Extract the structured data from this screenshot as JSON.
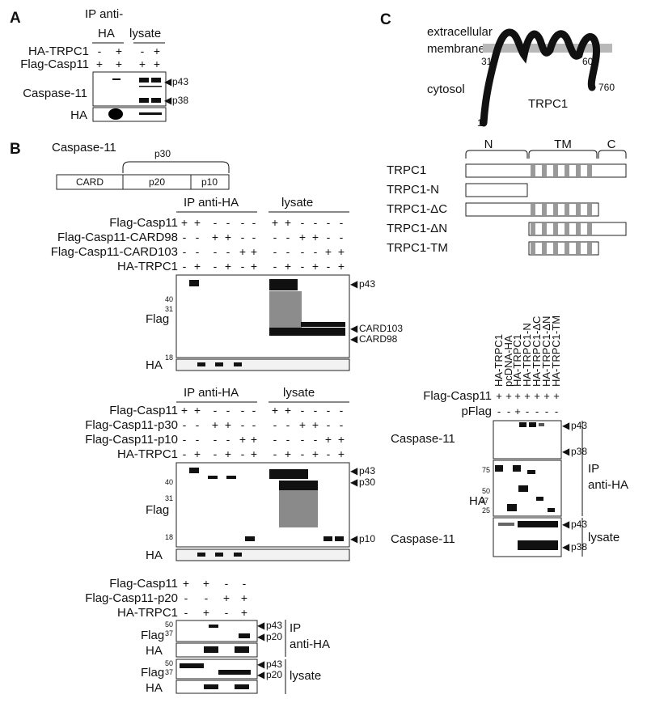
{
  "panels": {
    "a": "A",
    "b": "B",
    "c": "C"
  },
  "pa": {
    "header_ip": "IP anti-",
    "header_ha": "HA",
    "header_lysate": "lysate",
    "rows": [
      {
        "label": "HA-TRPC1",
        "signs": [
          "-",
          "+",
          "-",
          "+"
        ]
      },
      {
        "label": "Flag-Casp11",
        "signs": [
          "+",
          "+",
          "+",
          "+"
        ]
      }
    ],
    "blot_caspase": "Caspase-11",
    "blot_ha": "HA",
    "markers": [
      "p43",
      "p38"
    ]
  },
  "pb": {
    "domain_title": "Caspase-11",
    "p30": "p30",
    "domains": [
      "CARD",
      "p20",
      "p10"
    ],
    "g1": {
      "ip": "IP anti-HA",
      "lysate": "lysate",
      "rows": [
        {
          "label": "Flag-Casp11",
          "signs": [
            "+",
            "+",
            "-",
            "-",
            "-",
            "-",
            "+",
            "+",
            "-",
            "-",
            "-",
            "-"
          ]
        },
        {
          "label": "Flag-Casp11-CARD98",
          "signs": [
            "-",
            "-",
            "+",
            "+",
            "-",
            "-",
            "-",
            "-",
            "+",
            "+",
            "-",
            "-"
          ]
        },
        {
          "label": "Flag-Casp11-CARD103",
          "signs": [
            "-",
            "-",
            "-",
            "-",
            "+",
            "+",
            "-",
            "-",
            "-",
            "-",
            "+",
            "+"
          ]
        },
        {
          "label": "HA-TRPC1",
          "signs": [
            "-",
            "+",
            "-",
            "+",
            "-",
            "+",
            "-",
            "+",
            "-",
            "+",
            "-",
            "+"
          ]
        }
      ],
      "flag": "Flag",
      "ha": "HA",
      "mw": [
        "40",
        "31",
        "18"
      ],
      "markers": [
        "p43",
        "CARD103",
        "CARD98"
      ]
    },
    "g2": {
      "ip": "IP anti-HA",
      "lysate": "lysate",
      "rows": [
        {
          "label": "Flag-Casp11",
          "signs": [
            "+",
            "+",
            "-",
            "-",
            "-",
            "-",
            "+",
            "+",
            "-",
            "-",
            "-",
            "-"
          ]
        },
        {
          "label": "Flag-Casp11-p30",
          "signs": [
            "-",
            "-",
            "+",
            "+",
            "-",
            "-",
            "-",
            "-",
            "+",
            "+",
            "-",
            "-"
          ]
        },
        {
          "label": "Flag-Casp11-p10",
          "signs": [
            "-",
            "-",
            "-",
            "-",
            "+",
            "+",
            "-",
            "-",
            "-",
            "-",
            "+",
            "+"
          ]
        },
        {
          "label": "HA-TRPC1",
          "signs": [
            "-",
            "+",
            "-",
            "+",
            "-",
            "+",
            "-",
            "+",
            "-",
            "+",
            "-",
            "+"
          ]
        }
      ],
      "flag": "Flag",
      "ha": "HA",
      "mw": [
        "40",
        "31",
        "18"
      ],
      "markers": [
        "p43",
        "p30",
        "p10"
      ]
    },
    "g3": {
      "rows": [
        {
          "label": "Flag-Casp11",
          "signs": [
            "+",
            "+",
            "-",
            "-"
          ]
        },
        {
          "label": "Flag-Casp11-p20",
          "signs": [
            "-",
            "-",
            "+",
            "+"
          ]
        },
        {
          "label": "HA-TRPC1",
          "signs": [
            "-",
            "+",
            "-",
            "+"
          ]
        }
      ],
      "flag": "Flag",
      "ha": "HA",
      "mw": [
        "50",
        "37"
      ],
      "markers": [
        "p43",
        "p20"
      ],
      "ip": "IP",
      "anti_ha": "anti-HA",
      "lysate": "lysate"
    }
  },
  "pc": {
    "extracellular": "extracellular",
    "membrane": "membrane",
    "cytosol": "cytosol",
    "trpc1": "TRPC1",
    "positions": [
      "318",
      "609",
      "760",
      "1"
    ],
    "regions": [
      "N",
      "TM",
      "C"
    ],
    "constructs": [
      "TRPC1",
      "TRPC1-N",
      "TRPC1-ΔC",
      "TRPC1-ΔN",
      "TRPC1-TM"
    ],
    "lanes": [
      "HA-TRPC1",
      "pcDNA-HA",
      "HA-TRPC1",
      "HA-TRPC1-N",
      "HA-TRPC1-ΔC",
      "HA-TRPC1-ΔN",
      "HA-TRPC1-TM"
    ],
    "rows": [
      {
        "label": "Flag-Casp11",
        "signs": [
          "+",
          "+",
          "+",
          "+",
          "+",
          "+",
          "+"
        ]
      },
      {
        "label": "pFlag",
        "signs": [
          "-",
          "-",
          "+",
          "-",
          "-",
          "-",
          "-"
        ]
      }
    ],
    "caspase": "Caspase-11",
    "caspase2": "Caspase-11",
    "ha": "HA",
    "mw": [
      "75",
      "50",
      "37",
      "25"
    ],
    "markers_ip": [
      "p43",
      "p38"
    ],
    "markers_lys": [
      "p43",
      "p38"
    ],
    "ip": "IP",
    "anti_ha": "anti-HA",
    "lysate": "lysate"
  }
}
